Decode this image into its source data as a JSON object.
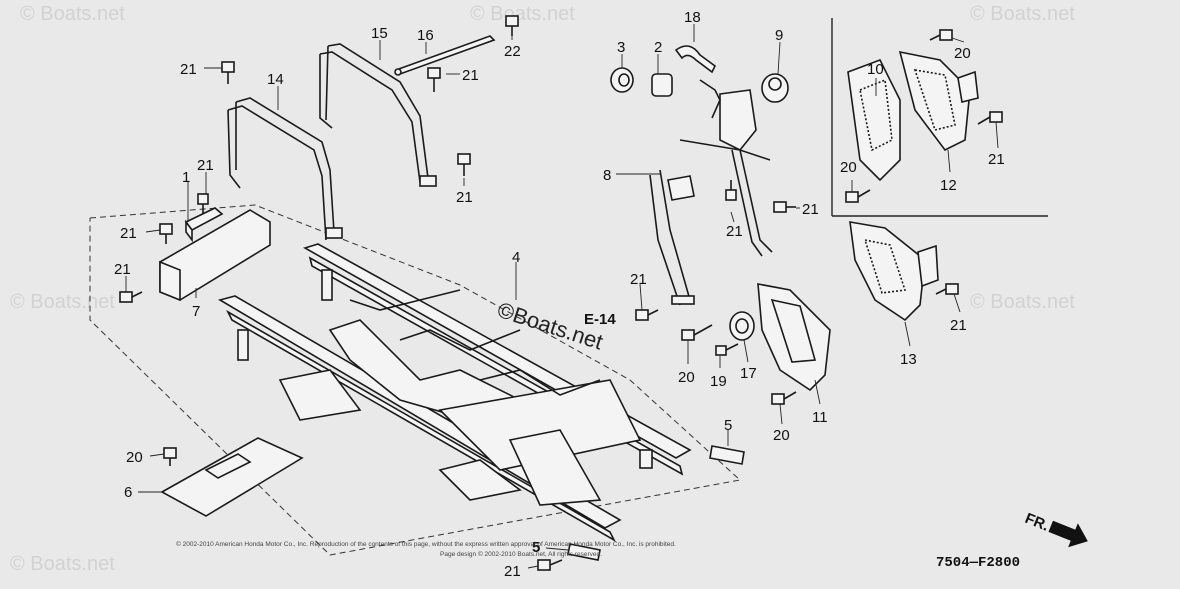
{
  "watermarks": {
    "corner": "© Boats.net",
    "center": "©Boats.net"
  },
  "callouts": {
    "c1": "1",
    "c2": "2",
    "c3": "3",
    "c4": "4",
    "c5a": "5",
    "c5b": "5",
    "c6": "6",
    "c7": "7",
    "c8": "8",
    "c9": "9",
    "c10": "10",
    "c11": "11",
    "c12": "12",
    "c13": "13",
    "c14": "14",
    "c15": "15",
    "c16": "16",
    "c17": "17",
    "c18": "18",
    "c19": "19",
    "c20a": "20",
    "c20b": "20",
    "c20c": "20",
    "c20d": "20",
    "c20e": "20",
    "c21a": "21",
    "c21b": "21",
    "c21c": "21",
    "c21d": "21",
    "c21e": "21",
    "c21f": "21",
    "c21g": "21",
    "c21h": "21",
    "c21i": "21",
    "c21j": "21",
    "c22": "22"
  },
  "reference": "E-14",
  "direction": "FR.",
  "diagram_code": "7504—F2800",
  "copyright": {
    "line1": "© 2002-2010 American Honda Motor Co., Inc. Reproduction of the contents of this page, without the express written approval of American Honda Motor Co., Inc. is prohibited.",
    "line2": "Page design © 2002-2010 Boats.net, All rights reserved."
  }
}
